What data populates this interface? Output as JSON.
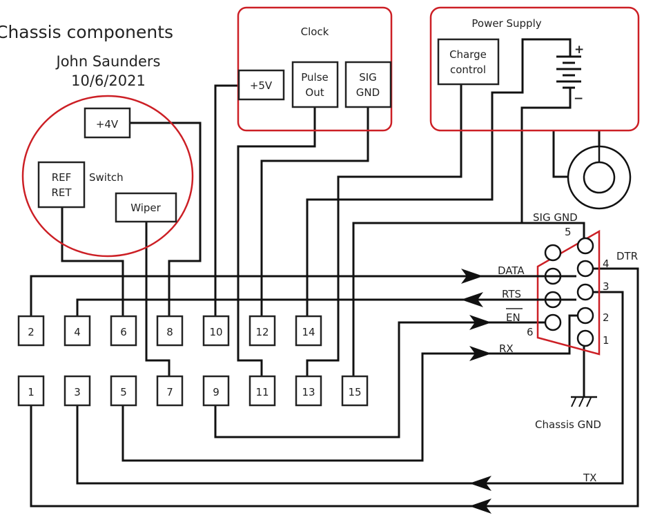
{
  "title": "Chassis components",
  "author": "John Saunders",
  "date": "10/6/2021",
  "colors": {
    "group_outline": "#cc1f25",
    "wire": "#111111"
  },
  "groups": {
    "switch": {
      "label": "Switch",
      "boxes": {
        "plus4v": "+4V",
        "ref_line1": "REF",
        "ref_line2": "RET",
        "wiper": "Wiper"
      }
    },
    "clock": {
      "label": "Clock",
      "boxes": {
        "plus5v": "+5V",
        "pulse_line1": "Pulse",
        "pulse_line2": "Out",
        "sig_line1": "SIG",
        "sig_line2": "GND"
      }
    },
    "power_supply": {
      "label": "Power Supply",
      "boxes": {
        "charge_line1": "Charge",
        "charge_line2": "control"
      },
      "battery_plus": "+",
      "battery_minus": "−"
    }
  },
  "header_pins": {
    "top_row": [
      "2",
      "4",
      "6",
      "8",
      "10",
      "12",
      "14"
    ],
    "bottom_row": [
      "1",
      "3",
      "5",
      "7",
      "9",
      "11",
      "13",
      "15"
    ]
  },
  "connector": {
    "sig_gnd_label": "SIG GND",
    "pin_labels": {
      "p5": "5",
      "p4": "4",
      "p3": "3",
      "p2": "2",
      "p1": "1",
      "p6": "6"
    },
    "signal_labels": {
      "data": "DATA",
      "rts": "RTS",
      "en": "EN",
      "rx": "RX",
      "dtr": "DTR",
      "tx": "TX"
    },
    "chassis_gnd_label": "Chassis GND"
  }
}
